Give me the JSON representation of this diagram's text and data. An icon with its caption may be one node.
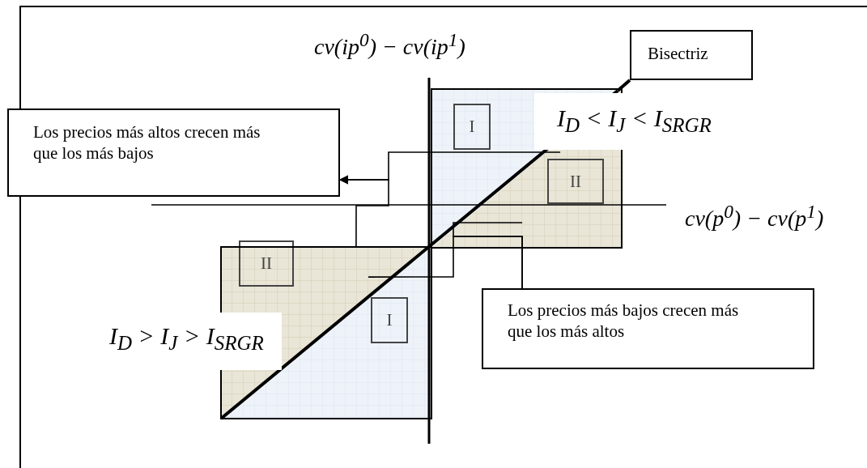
{
  "diagram": {
    "nodes": [
      {
        "text": [
          "Bisectriz"
        ]
      },
      {
        "text": [],
        "shape": "triangle"
      },
      {
        "text": [
          "I"
        ],
        "in": 1
      },
      {
        "text": [],
        "shape": "triangle"
      },
      {
        "text": [
          "II"
        ],
        "in": 3
      },
      {
        "text": [
          "Los precios más altos crecen más que los más bajos"
        ]
      },
      {
        "text": [],
        "shape": "triangle"
      },
      {
        "text": [
          "II"
        ],
        "in": 6
      },
      {
        "text": [],
        "shape": "triangle"
      },
      {
        "text": [
          "I"
        ],
        "in": 8
      },
      {
        "text": [
          "Los precios más bajos crecen más que los más altos"
        ]
      }
    ],
    "edges": [
      {
        "from": 0,
        "to": 1,
        "arrow": "none",
        "style": "thick"
      },
      {
        "from": 1,
        "to": 5,
        "arrow": "to"
      },
      {
        "from": 6,
        "to": 5,
        "arrow": "to"
      },
      {
        "from": 3,
        "to": 10,
        "arrow": "none"
      },
      {
        "from": 8,
        "to": 10,
        "arrow": "none"
      }
    ],
    "labels": [
      "cv(ip$^{0}$) − cv(ip$^{1}$)",
      "I$_{D}$ < I$_{J}$ < I$_{SRGR}$",
      "cv(p$^{0}$) − cv(p$^{1}$)",
      "I$_{D}$ > I$_{J}$ > I$_{SRGR}$"
    ]
  }
}
